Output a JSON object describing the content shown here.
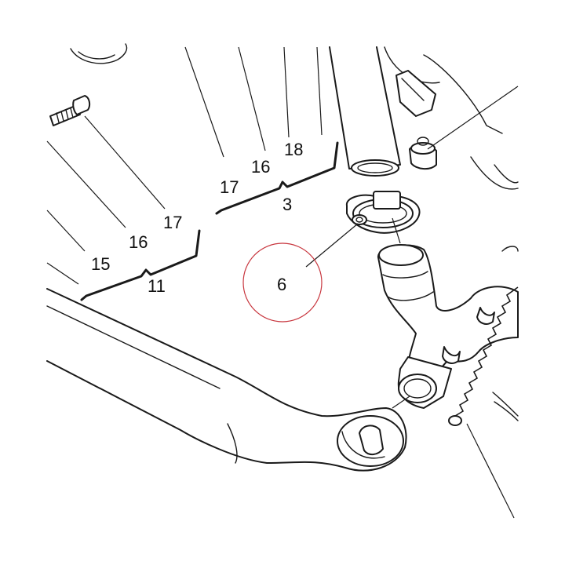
{
  "labels": {
    "l17a": "17",
    "l16a": "16",
    "l18": "18",
    "l3": "3",
    "l17b": "17",
    "l16b": "16",
    "l15": "15",
    "l11": "11",
    "l6": "6"
  },
  "colors": {
    "line": "#1a1a1a",
    "highlight_circle": "#c8373f",
    "background": "#ffffff"
  }
}
